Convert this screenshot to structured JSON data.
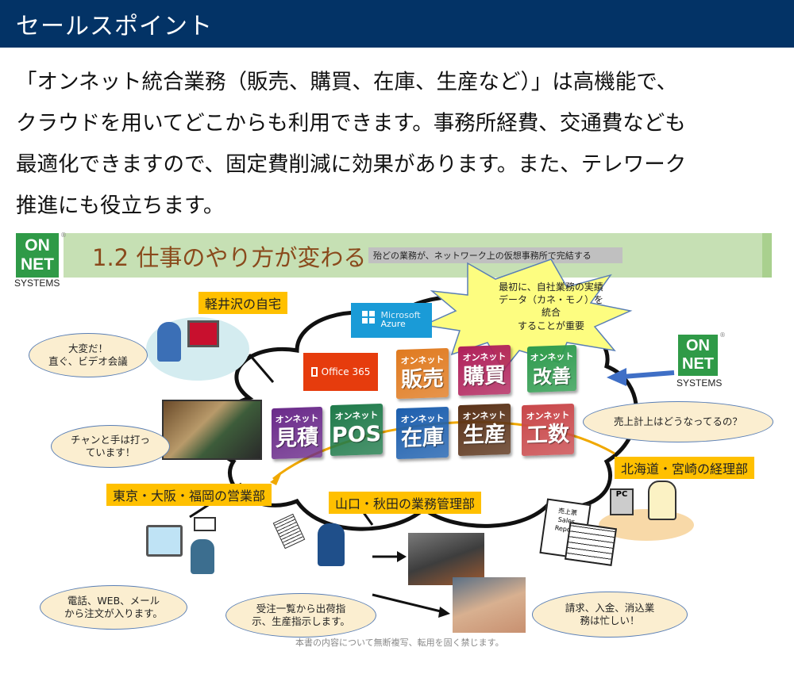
{
  "header": {
    "title": "セールスポイント"
  },
  "intro": {
    "lines": [
      "「オンネット統合業務（販売、購買、在庫、生産など）」は高機能で、",
      "クラウドを用いてどこからも利用できます。事務所経費、交通費なども",
      "最適化できますので、固定費削減に効果があります。また、テレワーク",
      "推進にも役立ちます。"
    ]
  },
  "figure": {
    "logo": {
      "line1": "ON",
      "line2": "NET",
      "systems": "SYSTEMS",
      "reg": "®"
    },
    "slide_title": "1.2  仕事のやり方が変わる",
    "subtitle": "殆どの業務が、ネットワーク上の仮想事務所で完結する",
    "callout_star": {
      "lines": [
        "最初に、自社業務の実績",
        "データ（カネ・モノ）を統合",
        "することが重要"
      ]
    },
    "cloud_services": {
      "azure_line1": "Microsoft",
      "azure_line2": "Azure",
      "office": "Office 365"
    },
    "tiles": [
      {
        "small": "オンネット",
        "big": "販売",
        "color": "#e07a1f"
      },
      {
        "small": "オンネット",
        "big": "購買",
        "color": "#b0215a"
      },
      {
        "small": "オンネット",
        "big": "改善",
        "color": "#2e9b4e"
      },
      {
        "small": "オンネット",
        "big": "見積",
        "color": "#6a2a8a"
      },
      {
        "small": "オンネット",
        "big": "POS",
        "color": "#1f7a4a"
      },
      {
        "small": "オンネット",
        "big": "在庫",
        "color": "#1d5fae"
      },
      {
        "small": "オンネット",
        "big": "生産",
        "color": "#5a3218"
      },
      {
        "small": "オンネット",
        "big": "工数",
        "color": "#c9474a"
      }
    ],
    "locations": {
      "karuizawa": "軽井沢の自宅",
      "sales": "東京・大阪・福岡の営業部",
      "ops": "山口・秋田の業務管理部",
      "accounting": "北海道・宮崎の経理部"
    },
    "bubbles": {
      "home": [
        "大変だ！",
        "直ぐ、ビデオ会議"
      ],
      "video": [
        "チャンと手は打っ",
        "ています！"
      ],
      "accounting_q": "売上計上はどうなってるの？",
      "sales": [
        "電話、WEB、メール",
        "から注文が入ります。"
      ],
      "ops": [
        "受注一覧から出荷指",
        "示、生産指示します。"
      ],
      "accounting": [
        "請求、入金、消込業",
        "務は忙しい！"
      ]
    },
    "report_doc": {
      "line1": "売上票",
      "line2": "Sales",
      "line3": "Report"
    },
    "pc_label": "PC",
    "footer_note": "本書の内容について無断複写、転用を固く禁じます。"
  }
}
